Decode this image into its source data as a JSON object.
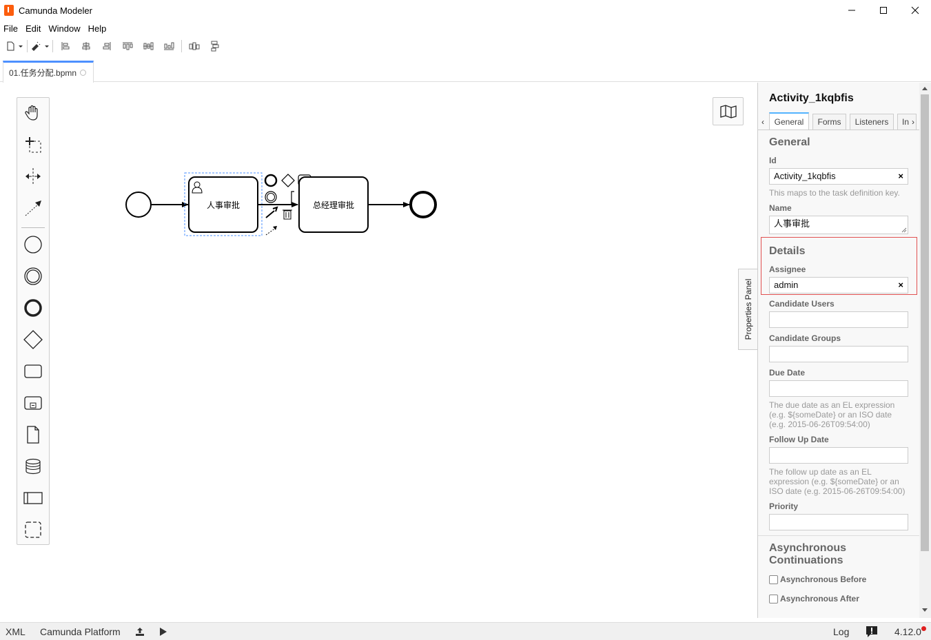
{
  "window": {
    "title": "Camunda Modeler"
  },
  "menu": {
    "items": [
      "File",
      "Edit",
      "Window",
      "Help"
    ]
  },
  "tab": {
    "label": "01.任务分配.bpmn"
  },
  "diagram": {
    "tasks": [
      {
        "label": "人事审批",
        "type": "user-task",
        "selected": true
      },
      {
        "label": "总经理审批",
        "type": "task",
        "selected": false
      }
    ]
  },
  "properties_toggle": {
    "label": "Properties Panel"
  },
  "properties": {
    "title": "Activity_1kqbfis",
    "tabs": [
      "General",
      "Forms",
      "Listeners",
      "In"
    ],
    "active_tab": "General",
    "general": {
      "heading": "General",
      "id_label": "Id",
      "id_value": "Activity_1kqbfis",
      "id_hint": "This maps to the task definition key.",
      "name_label": "Name",
      "name_value": "人事审批"
    },
    "details": {
      "heading": "Details",
      "assignee_label": "Assignee",
      "assignee_value": "admin",
      "candidate_users_label": "Candidate Users",
      "candidate_users_value": "",
      "candidate_groups_label": "Candidate Groups",
      "candidate_groups_value": "",
      "due_date_label": "Due Date",
      "due_date_value": "",
      "due_date_hint": "The due date as an EL expression (e.g. ${someDate} or an ISO date (e.g. 2015-06-26T09:54:00)",
      "follow_up_label": "Follow Up Date",
      "follow_up_value": "",
      "follow_up_hint": "The follow up date as an EL expression (e.g. ${someDate} or an ISO date (e.g. 2015-06-26T09:54:00)",
      "priority_label": "Priority",
      "priority_value": ""
    },
    "async": {
      "heading": "Asynchronous Continuations",
      "before_label": "Asynchronous Before",
      "after_label": "Asynchronous After"
    },
    "clear_symbol": "×"
  },
  "statusbar": {
    "xml": "XML",
    "platform": "Camunda Platform",
    "log": "Log",
    "version": "4.12.0"
  },
  "colors": {
    "accent": "#4d90ff",
    "highlight": "#e05050",
    "brand": "#fc5d0d",
    "notify": "#e02020"
  }
}
